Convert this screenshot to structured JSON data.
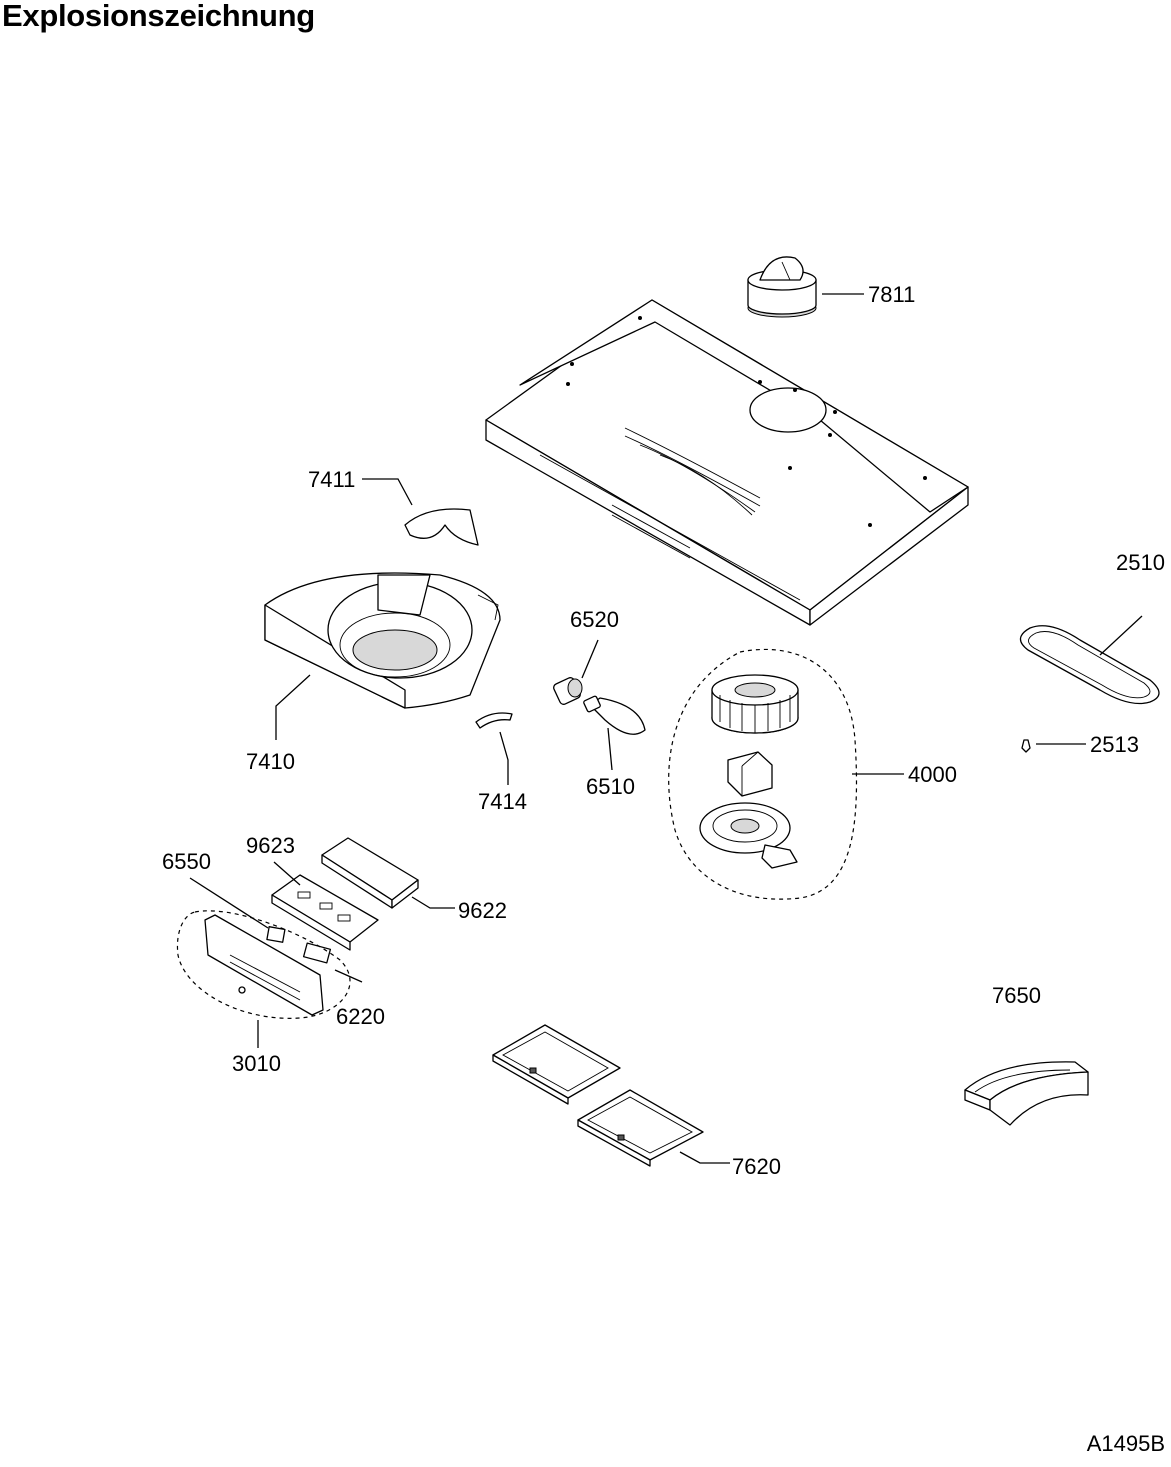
{
  "title": "Explosionszeichnung",
  "document_id": "A1495B",
  "parts": [
    {
      "id": "7811"
    },
    {
      "id": "7411"
    },
    {
      "id": "2510"
    },
    {
      "id": "6520"
    },
    {
      "id": "7410"
    },
    {
      "id": "7414"
    },
    {
      "id": "6510"
    },
    {
      "id": "4000"
    },
    {
      "id": "2513"
    },
    {
      "id": "9623"
    },
    {
      "id": "6550"
    },
    {
      "id": "9622"
    },
    {
      "id": "7650"
    },
    {
      "id": "6220"
    },
    {
      "id": "3010"
    },
    {
      "id": "7620"
    }
  ]
}
